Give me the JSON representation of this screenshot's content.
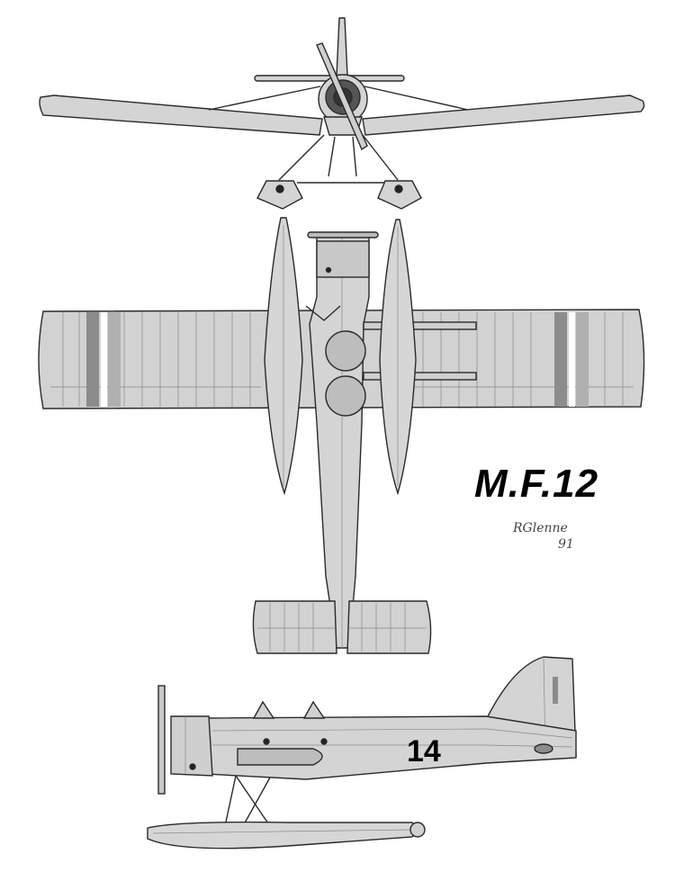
{
  "drawing": {
    "designation": "M.F.12",
    "artist_signature": "RGlenne",
    "signature_year": "91",
    "side_view_race_number": "14",
    "colors": {
      "line": "#2a2a2a",
      "fill": "#cfcfcf",
      "fill_dark": "#9a9a9a",
      "fill_light": "#e2e2e2",
      "marking": "#8c8c8c",
      "background": "#ffffff"
    }
  }
}
